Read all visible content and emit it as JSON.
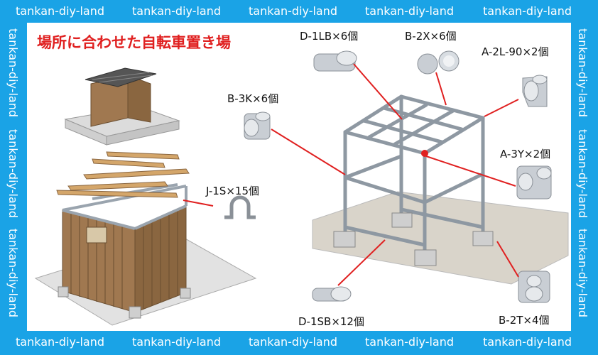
{
  "watermark": "tankan-diy-land",
  "title": "場所に合わせた自転車置き場",
  "parts": {
    "d1lb": "D-1LB×6個",
    "b2x": "B-2X×6個",
    "a2l90": "A-2L-90×2個",
    "b3k": "B-3K×6個",
    "a3y": "A-3Y×2個",
    "j1s": "J-1S×15個",
    "d1sb": "D-1SB×12個",
    "b2t": "B-2T×4個"
  },
  "colors": {
    "frame": "#1aa3e6",
    "leader": "#e02020",
    "wood": "#a07850",
    "pipe": "#9aa4ae"
  }
}
